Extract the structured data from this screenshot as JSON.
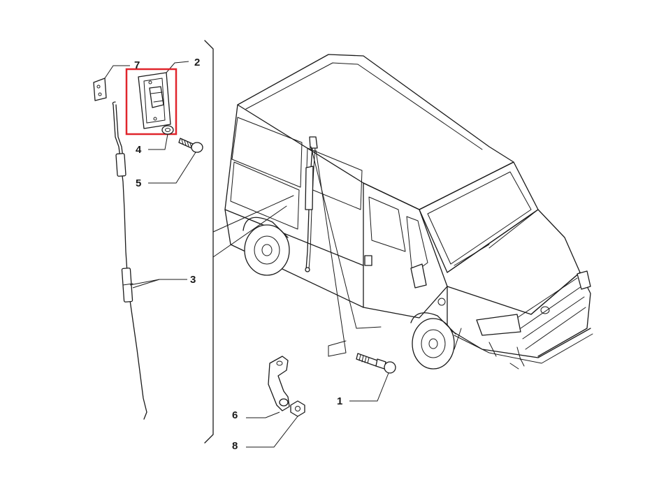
{
  "callouts": [
    {
      "id": "1",
      "label": "1"
    },
    {
      "id": "2",
      "label": "2"
    },
    {
      "id": "3",
      "label": "3"
    },
    {
      "id": "4",
      "label": "4"
    },
    {
      "id": "5",
      "label": "5"
    },
    {
      "id": "6",
      "label": "6"
    },
    {
      "id": "7",
      "label": "7"
    },
    {
      "id": "8",
      "label": "8"
    }
  ],
  "highlight_color": "#e0252c"
}
